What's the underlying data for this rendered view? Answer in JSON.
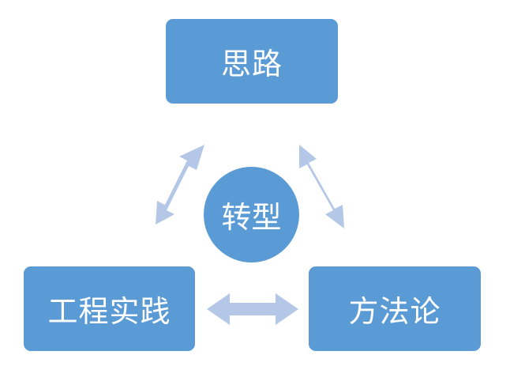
{
  "diagram": {
    "top_node": "思路",
    "left_node": "工程实践",
    "right_node": "方法论",
    "center_node": "转型"
  },
  "colors": {
    "node_fill": "#5b9bd5",
    "arrow_fill": "#b4c7e7",
    "text": "#ffffff"
  }
}
